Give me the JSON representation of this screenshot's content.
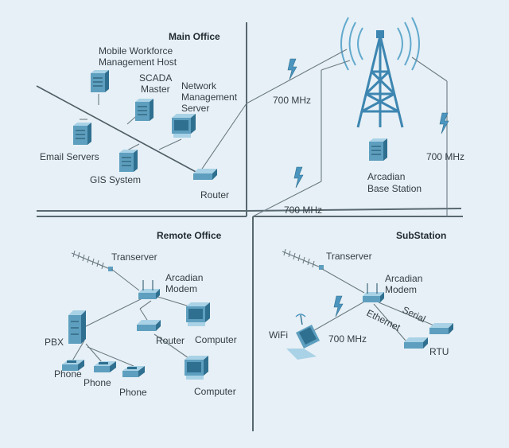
{
  "sections": {
    "main_office": "Main Office",
    "remote_office": "Remote Office",
    "substation": "SubStation"
  },
  "main_office": {
    "mobile_workforce": [
      "Mobile Workforce",
      "Management Host"
    ],
    "scada": [
      "SCADA",
      "Master"
    ],
    "network_mgmt": [
      "Network",
      "Management",
      "Server"
    ],
    "email": "Email Servers",
    "gis": "GIS System",
    "router": "Router"
  },
  "tower": {
    "base_station": [
      "Arcadian",
      "Base Station"
    ]
  },
  "links": {
    "main_link": "700 MHz",
    "remote_link": "700 MHz",
    "sub_link": "700 MHz",
    "wifi_link": "700 MHz"
  },
  "remote_office": {
    "transerver": "Transerver",
    "modem": [
      "Arcadian",
      "Modem"
    ],
    "pbx": "PBX",
    "router": "Router",
    "computer1": "Computer",
    "computer2": "Computer",
    "phone1": "Phone",
    "phone2": "Phone",
    "phone3": "Phone"
  },
  "substation": {
    "transerver": "Transerver",
    "modem": [
      "Arcadian",
      "Modem"
    ],
    "wifi": "WiFi",
    "serial": "Serial",
    "ethernet": "Ethernet",
    "rtu": "RTU"
  },
  "colors": {
    "background": "#e7f0f6",
    "device_blue": "#2f6f8f",
    "radio_blue": "#4b95bf"
  }
}
